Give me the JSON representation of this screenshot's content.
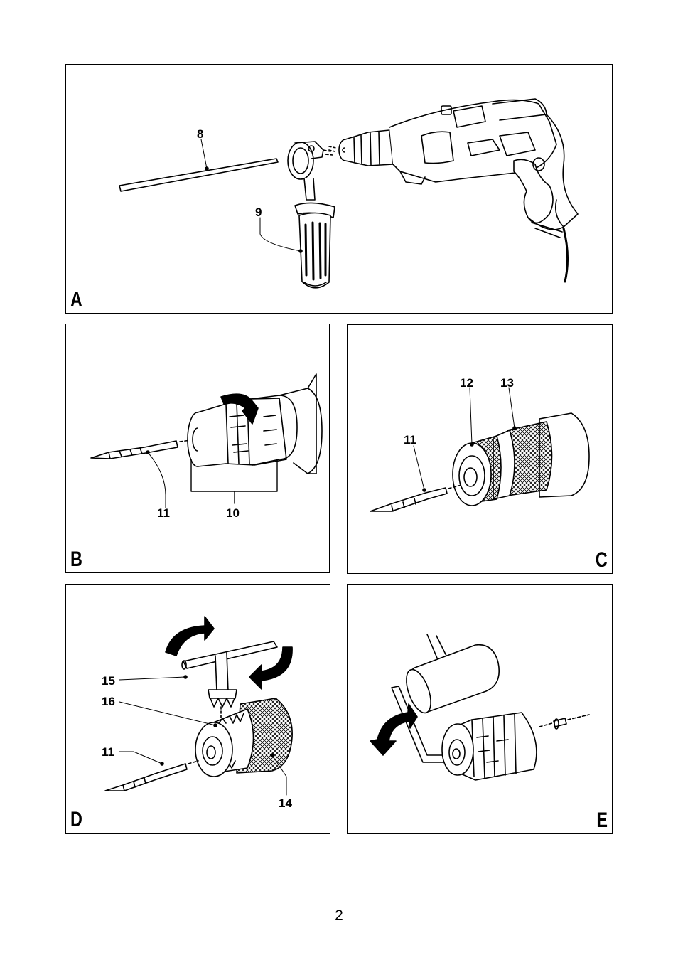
{
  "page": {
    "number": "2"
  },
  "panels": {
    "A": {
      "letter": "A",
      "callouts": {
        "c8": "8",
        "c9": "9"
      }
    },
    "B": {
      "letter": "B",
      "callouts": {
        "c11": "11",
        "c10": "10"
      }
    },
    "C": {
      "letter": "C",
      "callouts": {
        "c12": "12",
        "c13": "13",
        "c11": "11"
      }
    },
    "D": {
      "letter": "D",
      "callouts": {
        "c15": "15",
        "c16": "16",
        "c11": "11",
        "c14": "14"
      }
    },
    "E": {
      "letter": "E"
    }
  }
}
